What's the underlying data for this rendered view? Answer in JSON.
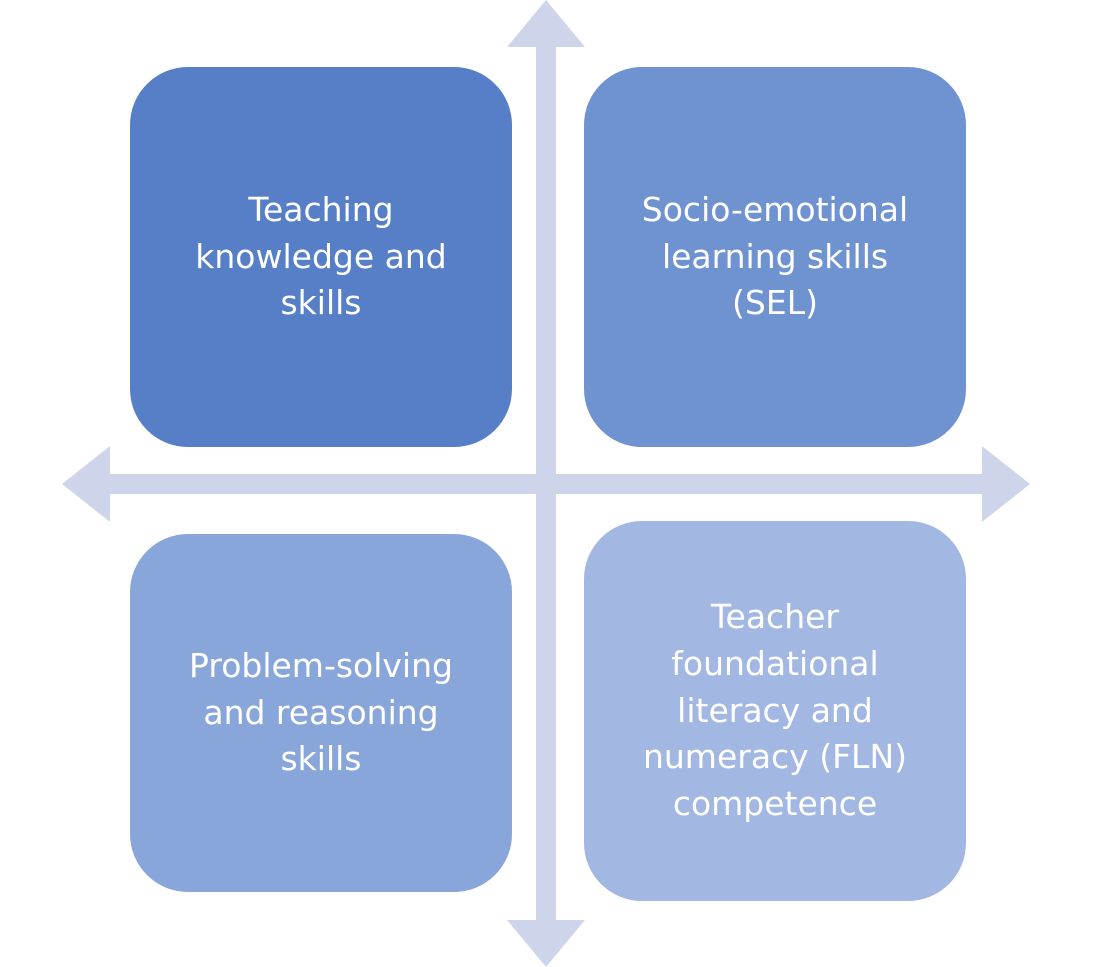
{
  "colors": {
    "arrow": "#ced5eb",
    "box_top_left": "#577fc8",
    "box_top_right": "#6f93d1",
    "box_bottom_left": "#89a6db",
    "box_bottom_right": "#a2b8e2",
    "text": "#ffffff"
  },
  "quadrants": {
    "top_left": {
      "lines": [
        "Teaching",
        "knowledge and",
        "skills"
      ]
    },
    "top_right": {
      "lines": [
        "Socio-emotional",
        "learning skills",
        "(SEL)"
      ]
    },
    "bottom_left": {
      "lines": [
        "Problem-solving",
        "and reasoning",
        "skills"
      ]
    },
    "bottom_right": {
      "lines": [
        "Teacher",
        "foundational",
        "literacy and",
        "numeracy (FLN)",
        "competence"
      ]
    }
  }
}
